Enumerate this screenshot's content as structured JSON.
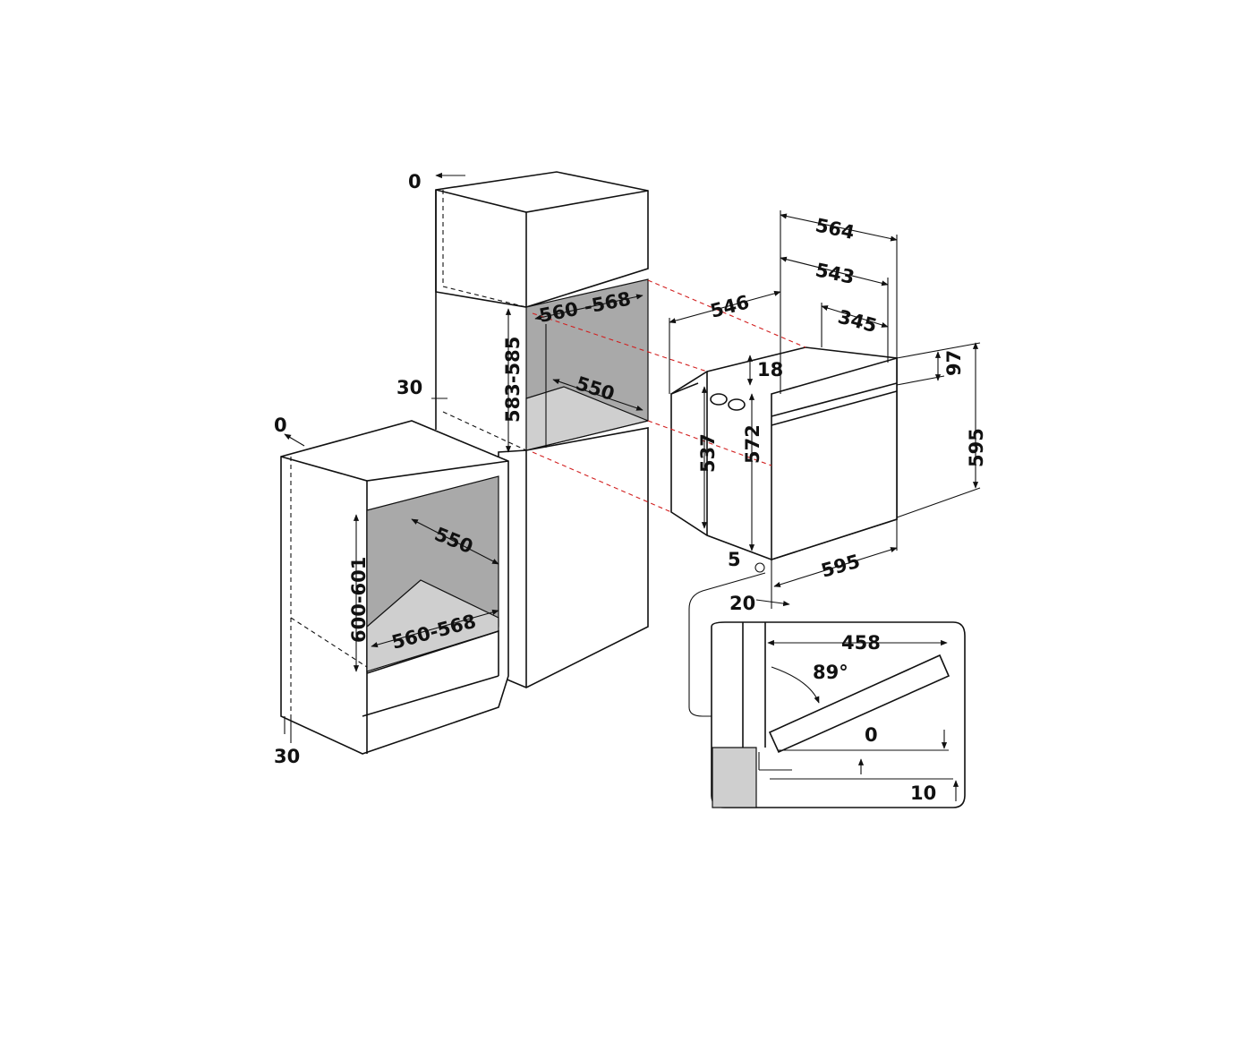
{
  "colors": {
    "line": "#111111",
    "cavity": "#a9a9a9",
    "floor": "#cfcfcf",
    "guide": "#d21f1f"
  },
  "dimensions": {
    "tall": {
      "top_gap": "0",
      "side_gap": "30",
      "niche_width": "560 -568",
      "niche_height": "583-585",
      "niche_depth": "550"
    },
    "base": {
      "top_gap": "0",
      "bottom_gap": "30",
      "niche_height": "600-601",
      "niche_depth": "550",
      "niche_width": "560-568"
    },
    "oven": {
      "depth_total": "564",
      "depth_body": "543",
      "depth_rear": "345",
      "depth_side": "546",
      "frame_height": "97",
      "front_height": "595",
      "top_offset": "18",
      "body_height_a": "537",
      "body_height_b": "572",
      "width": "595",
      "bottom_offset": "5",
      "front_offset": "20"
    },
    "door": {
      "reach": "458",
      "angle": "89°",
      "gap_a": "0",
      "gap_b": "10"
    }
  }
}
